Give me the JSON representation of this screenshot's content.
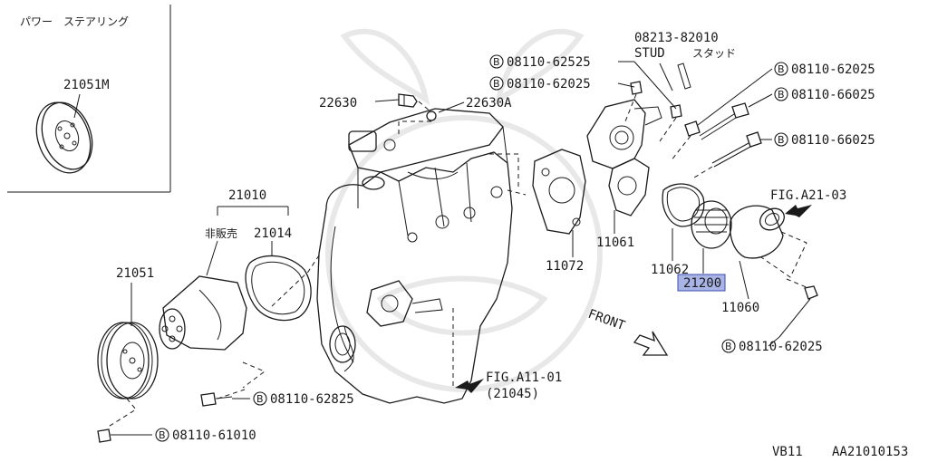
{
  "inset": {
    "title": "パワー　ステアリング",
    "part": "21051M"
  },
  "labels": {
    "l21010": "21010",
    "hinbai": "非販売",
    "l21014": "21014",
    "l21051": "21051",
    "l22630": "22630",
    "l22630a": "22630A",
    "l08213": "08213-82010",
    "stud": "STUD",
    "stud_jp": "スタッド",
    "l11072": "11072",
    "l11061": "11061",
    "l11062": "11062",
    "l21200": "21200",
    "l11060": "11060",
    "fig_a21": "FIG.A21-03",
    "fig_a11": "FIG.A11-01",
    "fig_a11_sub": "(21045)",
    "front": "FRONT",
    "footer_model": "VB11",
    "footer_code": "AA21010153"
  },
  "bolts": {
    "b62525": "08110-62525",
    "b62025a": "08110-62025",
    "b62025b": "08110-62025",
    "b66025a": "08110-66025",
    "b66025b": "08110-66025",
    "b62025c": "08110-62025",
    "b62825": "08110-62825",
    "b61010": "08110-61010",
    "prefix": "B"
  },
  "colors": {
    "ink": "#1a1a1a",
    "highlight_fill": "#a9b4e6",
    "highlight_border": "#3b4cb0",
    "watermark": "#e8e8e8"
  }
}
